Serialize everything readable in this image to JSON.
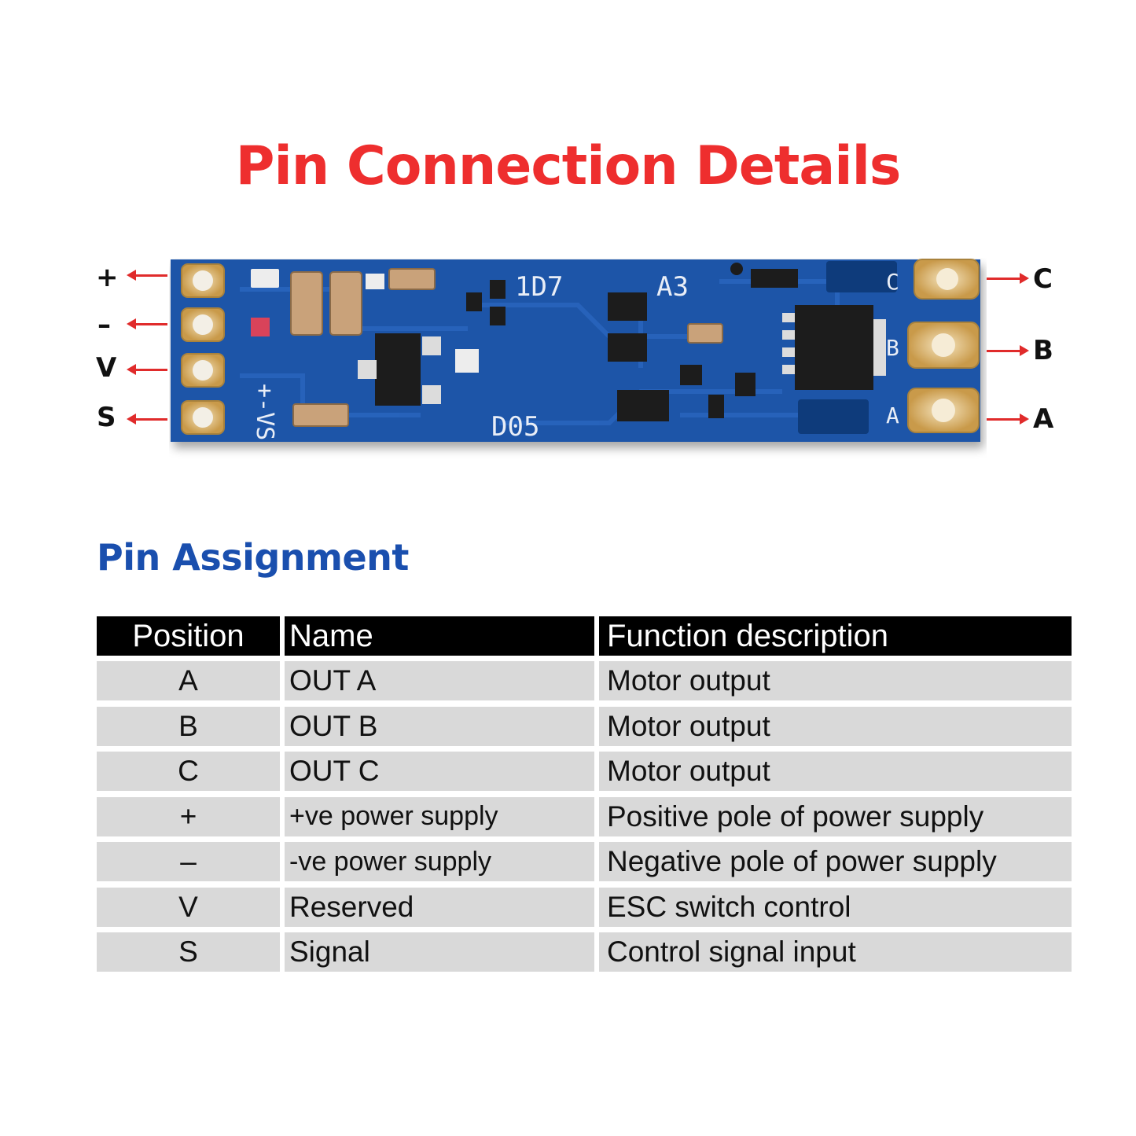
{
  "title": "Pin Connection Details",
  "board": {
    "left_pins": [
      "+",
      "–",
      "V",
      "S"
    ],
    "right_pins": [
      "C",
      "B",
      "A"
    ]
  },
  "pin_assignment": {
    "heading": "Pin Assignment",
    "columns": [
      "Position",
      "Name",
      "Function description"
    ],
    "rows": [
      {
        "position": "A",
        "name": "OUT A",
        "function": "Motor output"
      },
      {
        "position": "B",
        "name": "OUT B",
        "function": "Motor output"
      },
      {
        "position": "C",
        "name": "OUT C",
        "function": "Motor output"
      },
      {
        "position": "+",
        "name": "+ve power supply",
        "function": "Positive pole of power supply"
      },
      {
        "position": "–",
        "name": "-ve power supply",
        "function": "Negative pole of power supply"
      },
      {
        "position": "V",
        "name": "Reserved",
        "function": "ESC switch control"
      },
      {
        "position": "S",
        "name": "Signal",
        "function": "Control signal input"
      }
    ]
  },
  "colors": {
    "title": "#ee2e2e",
    "heading": "#1a4fae",
    "arrow": "#e02b2b",
    "pcb": "#1d4f9c",
    "pad": "#d8b067"
  }
}
